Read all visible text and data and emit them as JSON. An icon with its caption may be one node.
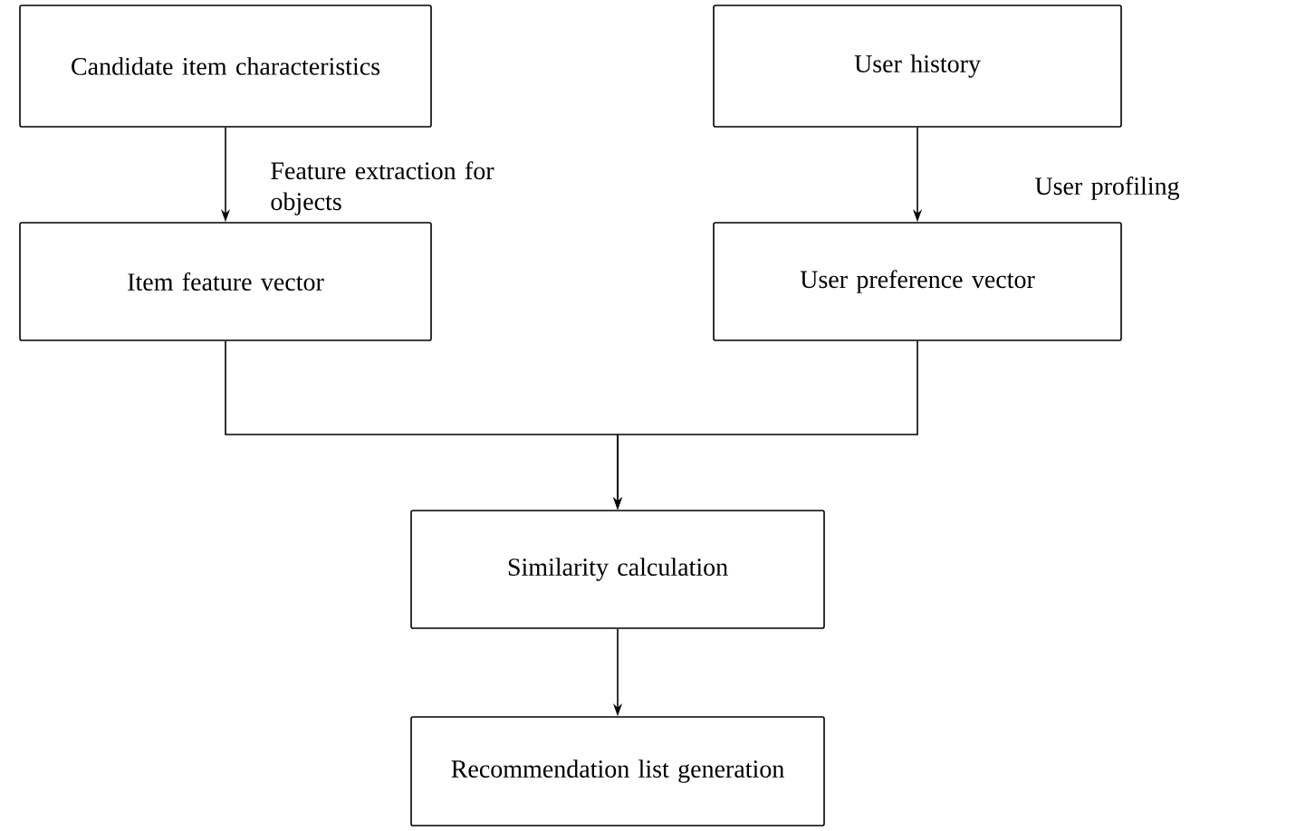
{
  "diagram": {
    "nodes": [
      {
        "text": [
          "Candidate item characteristics"
        ]
      },
      {
        "text": [
          "User history"
        ]
      },
      {
        "text": [
          "Item feature vector"
        ]
      },
      {
        "text": [
          "User preference vector"
        ]
      },
      {
        "text": [
          "Similarity calculation"
        ]
      },
      {
        "text": [
          "Recommendation list generation"
        ]
      }
    ],
    "edges": [
      {
        "from": 0,
        "to": 2,
        "arrow": "to",
        "label": "Feature extraction for objects"
      },
      {
        "from": 1,
        "to": 3,
        "arrow": "to",
        "label": "User profiling"
      },
      {
        "from": 2,
        "to": 4,
        "arrow": "to"
      },
      {
        "from": 3,
        "to": 4,
        "arrow": "to"
      },
      {
        "from": 4,
        "to": 5,
        "arrow": "to"
      }
    ]
  }
}
